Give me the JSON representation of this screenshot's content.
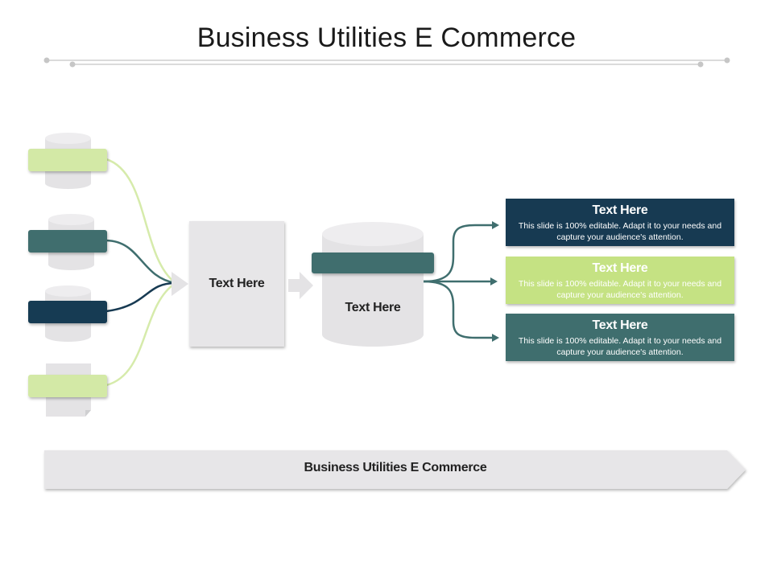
{
  "title": "Business Utilities E Commerce",
  "colors": {
    "navy": "#173a52",
    "teal": "#3f6e6e",
    "light_green": "#c5e283",
    "gray_shape": "#e4e3e5",
    "gray_line": "#c8c8c8"
  },
  "diagram": {
    "center_document": {
      "label": "Text Here"
    },
    "center_database": {
      "label": "Text Here"
    },
    "outputs": [
      {
        "heading": "Text Here",
        "body": "This slide is 100% editable. Adapt it to your needs and capture your audience's attention.",
        "color": "navy"
      },
      {
        "heading": "Text Here",
        "body": "This slide is 100% editable. Adapt it to your needs and capture your audience's attention.",
        "color": "light_green"
      },
      {
        "heading": "Text Here",
        "body": "This slide is 100% editable. Adapt it to your needs and capture your audience's attention.",
        "color": "teal"
      }
    ]
  },
  "banner": {
    "label": "Business Utilities E Commerce"
  }
}
